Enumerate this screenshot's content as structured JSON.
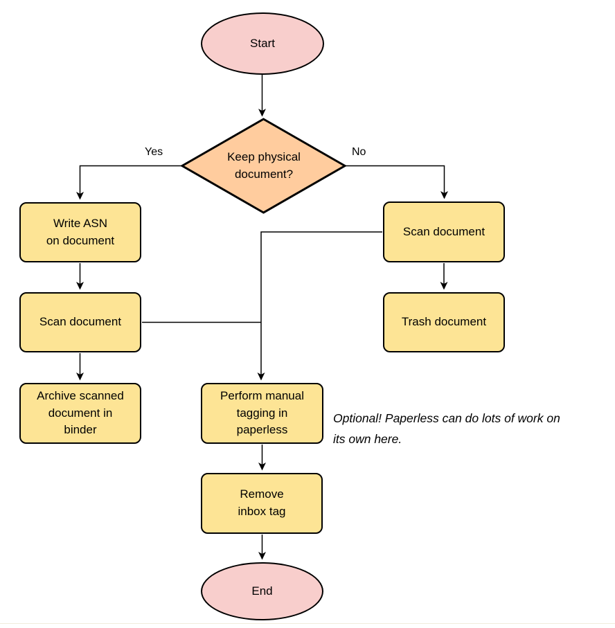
{
  "flowchart": {
    "nodes": {
      "start": {
        "label": "Start",
        "type": "terminator"
      },
      "decision": {
        "label": "Keep physical\ndocument?",
        "type": "decision"
      },
      "write_asn": {
        "label": "Write ASN\non document",
        "type": "process"
      },
      "scan_left": {
        "label": "Scan document",
        "type": "process"
      },
      "archive": {
        "label": "Archive scanned\ndocument in\nbinder",
        "type": "process"
      },
      "scan_right": {
        "label": "Scan document",
        "type": "process"
      },
      "trash": {
        "label": "Trash document",
        "type": "process"
      },
      "tagging": {
        "label": "Perform manual\ntagging in\npaperless",
        "type": "process"
      },
      "remove_inbox": {
        "label": "Remove\ninbox tag",
        "type": "process"
      },
      "end_node": {
        "label": "End",
        "type": "terminator"
      }
    },
    "edge_labels": {
      "yes": "Yes",
      "no": "No"
    },
    "annotation": "Optional! Paperless can do lots of work on\nits own here.",
    "colors": {
      "terminator_fill": "#f8cecc",
      "decision_fill": "#ffcc9e",
      "process_fill": "#fde495",
      "stroke": "#000000",
      "text": "#000000",
      "background": "#ffffff"
    }
  }
}
